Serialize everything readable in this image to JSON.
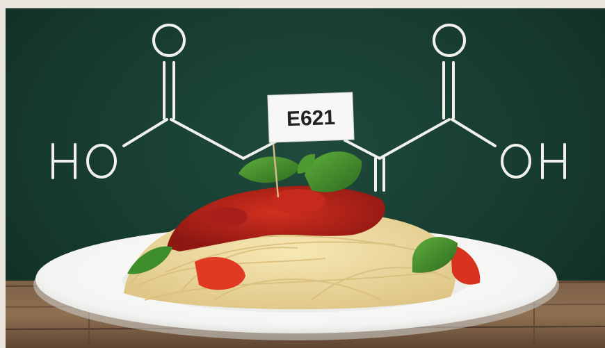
{
  "flag": {
    "label": "E621"
  },
  "chalkboard": {
    "left_group": {
      "oxygen": "O",
      "hydroxyl": "HO"
    },
    "right_group": {
      "oxygen": "O",
      "hydroxyl": "OH"
    }
  },
  "colors": {
    "chalkboard": "#1a4235",
    "chalk": "#f2f2ee",
    "table_wood": "#8a6a4e",
    "plate": "#fbfbfa",
    "pasta": "#efdca0",
    "sauce": "#b8231d",
    "basil": "#3f8c2c"
  }
}
